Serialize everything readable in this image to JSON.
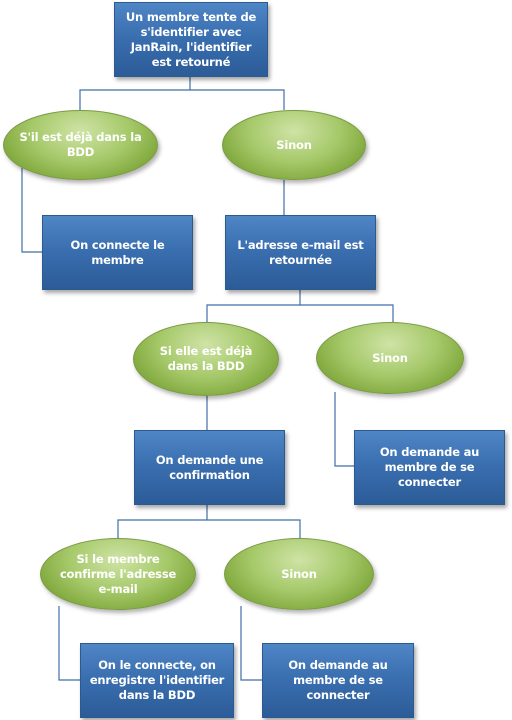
{
  "nodes": {
    "root": "Un membre tente de s'identifier avec JanRain, l'identifier est retourné",
    "already_in_db": "S'il est déjà dans la BDD",
    "else_1": "Sinon",
    "connect_member": "On connecte le membre",
    "email_returned": "L'adresse e-mail est retournée",
    "email_in_db": "Si elle est déjà dans la BDD",
    "else_2": "Sinon",
    "ask_confirmation": "On demande une confirmation",
    "ask_login_1": "On demande au membre de se connecter",
    "member_confirms": "Si le membre confirme l'adresse e-mail",
    "else_3": "Sinon",
    "connect_and_save": "On le connecte, on enregistre l'identifier dans la BDD",
    "ask_login_2": "On demande au membre de se connecter"
  },
  "colors": {
    "box": "#3a6fb0",
    "oval": "#a6c96a",
    "connector": "#3f6fa8"
  }
}
